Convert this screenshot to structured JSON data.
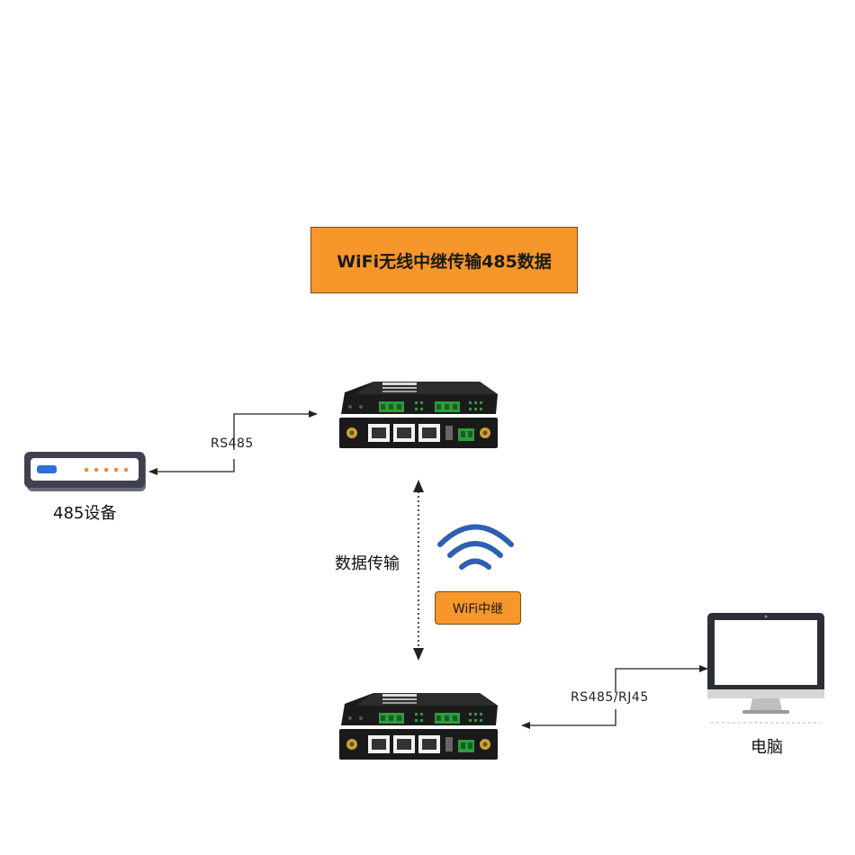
{
  "title": "WiFi无线中继传输485数据",
  "device_485": {
    "label": "485设备"
  },
  "computer": {
    "label": "电脑"
  },
  "links": {
    "top": "RS485",
    "bottom": "RS485/RJ45",
    "middle": "数据传输"
  },
  "wifi_tag": "WiFi中继",
  "colors": {
    "accent": "#f6962b",
    "wifi": "#2f5fb0",
    "router_body": "#1e1e1e",
    "terminal_green": "#2e9b3c"
  },
  "icons": [
    "router-icon",
    "485-device-icon",
    "computer-monitor-icon",
    "wifi-icon"
  ]
}
